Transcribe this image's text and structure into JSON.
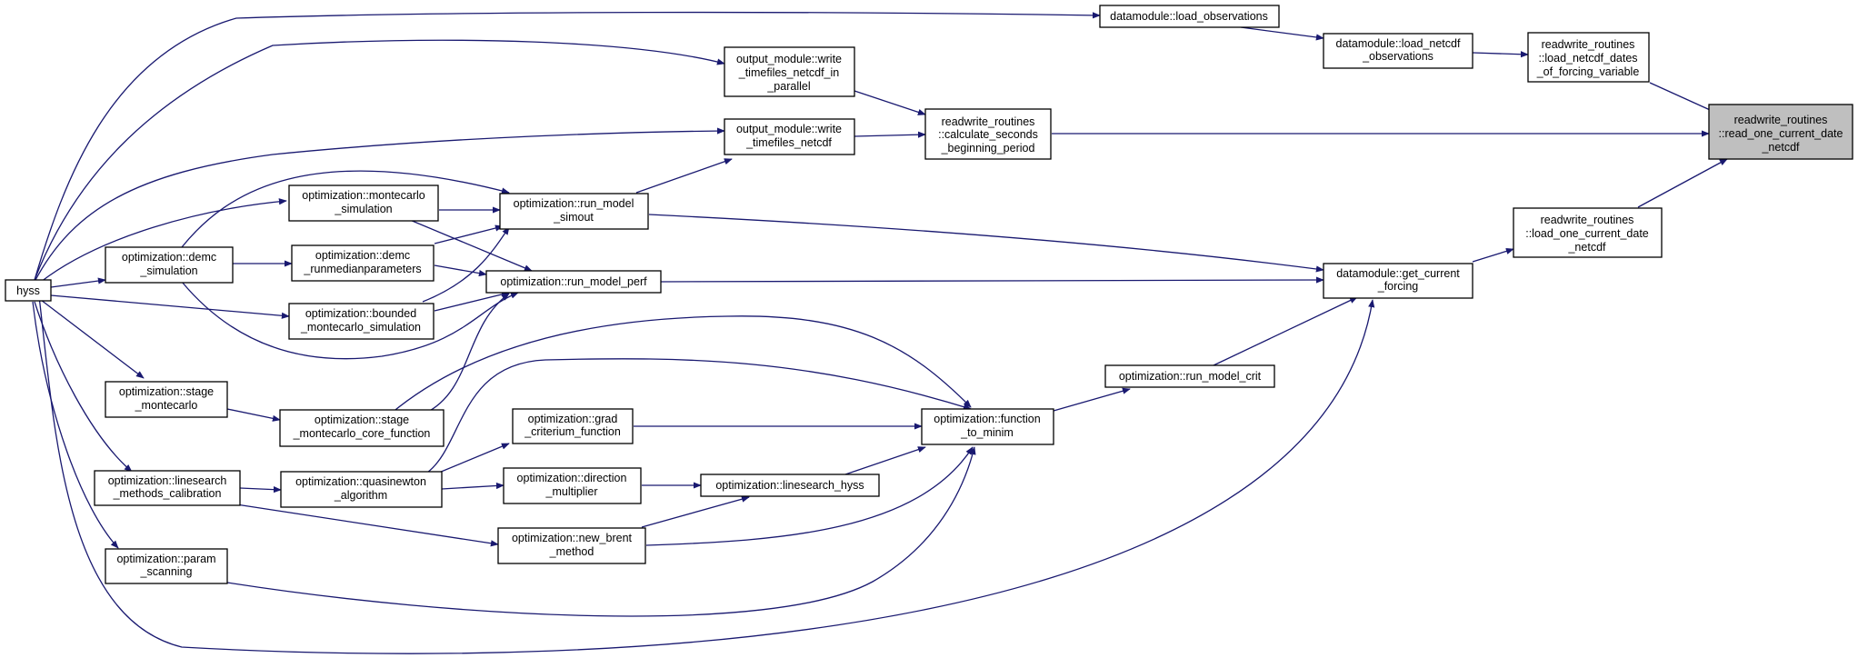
{
  "graph": {
    "type": "caller_graph",
    "edge_color": "#191970",
    "root_fill": "#bfbfbf",
    "nodes": [
      {
        "id": "root",
        "lines": [
          "readwrite_routines",
          "::read_one_current_date",
          "_netcdf"
        ],
        "highlighted": true
      },
      {
        "id": "load_netcdf_dates",
        "lines": [
          "readwrite_routines",
          "::load_netcdf_dates",
          "_of_forcing_variable"
        ]
      },
      {
        "id": "calc_seconds",
        "lines": [
          "readwrite_routines",
          "::calculate_seconds",
          "_beginning_period"
        ]
      },
      {
        "id": "load_one_current_date",
        "lines": [
          "readwrite_routines",
          "::load_one_current_date",
          "_netcdf"
        ]
      },
      {
        "id": "load_observations",
        "lines": [
          "datamodule::load_observations"
        ]
      },
      {
        "id": "load_netcdf_observations",
        "lines": [
          "datamodule::load_netcdf",
          "_observations"
        ]
      },
      {
        "id": "get_current_forcing",
        "lines": [
          "datamodule::get_current",
          "_forcing"
        ]
      },
      {
        "id": "write_par",
        "lines": [
          "output_module::write",
          "_timefiles_netcdf_in",
          "_parallel"
        ]
      },
      {
        "id": "write_nc",
        "lines": [
          "output_module::write",
          "_timefiles_netcdf"
        ]
      },
      {
        "id": "run_model_simout",
        "lines": [
          "optimization::run_model",
          "_simout"
        ]
      },
      {
        "id": "run_model_perf",
        "lines": [
          "optimization::run_model_perf"
        ]
      },
      {
        "id": "run_model_crit",
        "lines": [
          "optimization::run_model_crit"
        ]
      },
      {
        "id": "function_to_minim",
        "lines": [
          "optimization::function",
          "_to_minim"
        ]
      },
      {
        "id": "montecarlo_sim",
        "lines": [
          "optimization::montecarlo",
          "_simulation"
        ]
      },
      {
        "id": "demc_runmedian",
        "lines": [
          "optimization::demc",
          "_runmedianparameters"
        ]
      },
      {
        "id": "bounded_mc",
        "lines": [
          "optimization::bounded",
          "_montecarlo_simulation"
        ]
      },
      {
        "id": "demc_sim",
        "lines": [
          "optimization::demc",
          "_simulation"
        ]
      },
      {
        "id": "stage_mc",
        "lines": [
          "optimization::stage",
          "_montecarlo"
        ]
      },
      {
        "id": "stage_mc_core",
        "lines": [
          "optimization::stage",
          "_montecarlo_core_function"
        ]
      },
      {
        "id": "grad_crit",
        "lines": [
          "optimization::grad",
          "_criterium_function"
        ]
      },
      {
        "id": "quasinewton",
        "lines": [
          "optimization::quasinewton",
          "_algorithm"
        ]
      },
      {
        "id": "direction_mult",
        "lines": [
          "optimization::direction",
          "_multiplier"
        ]
      },
      {
        "id": "linesearch_hyss",
        "lines": [
          "optimization::linesearch_hyss"
        ]
      },
      {
        "id": "linesearch_calib",
        "lines": [
          "optimization::linesearch",
          "_methods_calibration"
        ]
      },
      {
        "id": "new_brent",
        "lines": [
          "optimization::new_brent",
          "_method"
        ]
      },
      {
        "id": "param_scanning",
        "lines": [
          "optimization::param",
          "_scanning"
        ]
      },
      {
        "id": "hyss",
        "lines": [
          "hyss"
        ]
      }
    ]
  }
}
